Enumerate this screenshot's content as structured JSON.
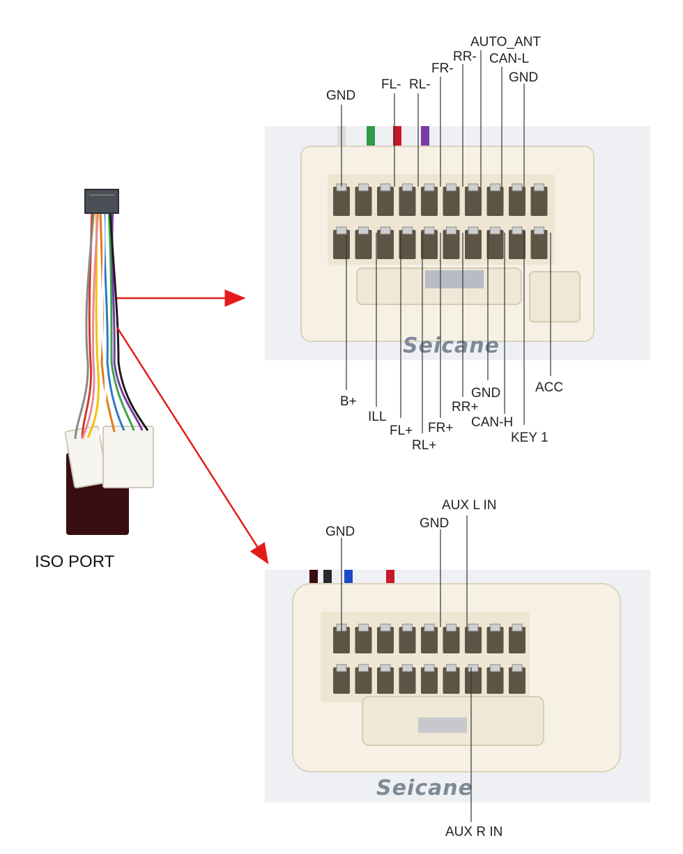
{
  "iso_label": "ISO PORT",
  "watermark": "Seicane",
  "top_connector": {
    "top_labels": [
      "GND",
      "FL-",
      "RL-",
      "FR-",
      "RR-",
      "AUTO_ANT",
      "CAN-L",
      "GND"
    ],
    "bottom_labels": [
      "B+",
      "ILL",
      "FL+",
      "RL+",
      "FR+",
      "RR+",
      "GND",
      "CAN-H",
      "KEY 1",
      "ACC"
    ]
  },
  "bottom_connector": {
    "top_labels": [
      "GND",
      "GND",
      "AUX L IN"
    ],
    "bottom_labels": [
      "AUX R IN"
    ]
  },
  "colors": {
    "arrow": "#e51b1b",
    "housing": "#f6f1e4",
    "plug_body": "#3a0e10",
    "watermark": "#7e8a96"
  }
}
